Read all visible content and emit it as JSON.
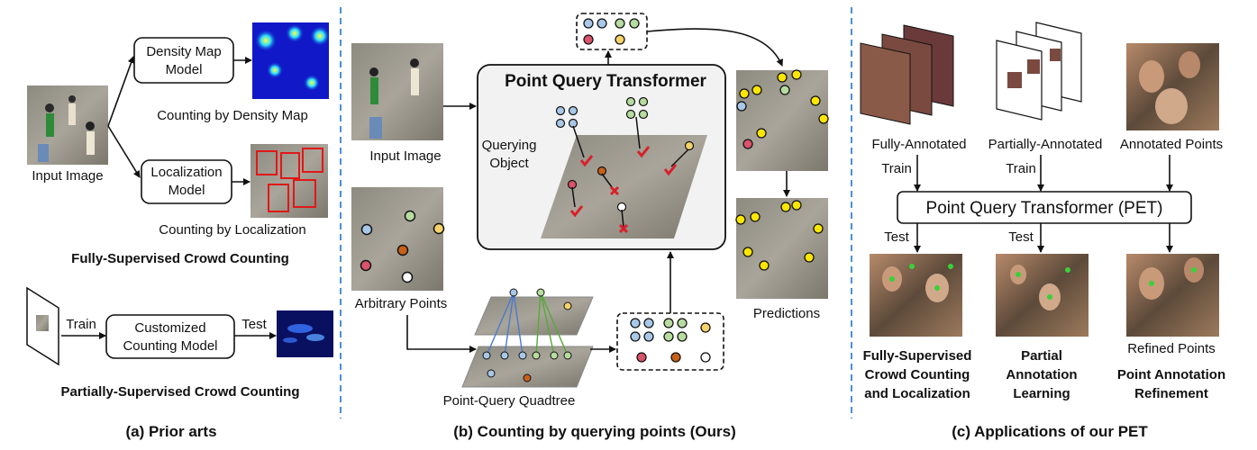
{
  "prior_arts": {
    "density_model": [
      "Density Map",
      "Model"
    ],
    "counting_by_density": "Counting by Density Map",
    "input_image": "Input Image",
    "localization_model": [
      "Localization",
      "Model"
    ],
    "counting_by_localization": "Counting by Localization",
    "fully_supervised_title": "Fully-Supervised Crowd Counting",
    "train": "Train",
    "customized_model": [
      "Customized",
      "Counting Model"
    ],
    "test": "Test",
    "partially_supervised_title": "Partially-Supervised Crowd Counting",
    "caption": "(a) Prior arts"
  },
  "ours": {
    "input_image": "Input Image",
    "arbitrary_points": "Arbitrary Points",
    "pqt_title": "Point Query Transformer",
    "querying_object": [
      "Querying",
      "Object"
    ],
    "quadtree": "Point-Query Quadtree",
    "predictions": "Predictions",
    "caption": "(b) Counting by querying points (Ours)"
  },
  "applications": {
    "fully_annotated": "Fully-Annotated",
    "partially_annotated": "Partially-Annotated",
    "annotated_points": "Annotated Points",
    "train1": "Train",
    "train2": "Train",
    "pet": "Point Query Transformer (PET)",
    "test1": "Test",
    "test2": "Test",
    "refined_points": "Refined Points",
    "app1": [
      "Fully-Supervised",
      "Crowd Counting",
      "and Localization"
    ],
    "app2": [
      "Partial",
      "Annotation",
      "Learning"
    ],
    "app3": [
      "Point Annotation",
      "Refinement"
    ],
    "caption": "(c) Applications of our PET"
  },
  "colors": {
    "divider": "#4a90d9",
    "query_blue": "#a9c8e8",
    "query_green": "#b7dca0",
    "query_yellow": "#f5d36a",
    "query_red": "#d9536a",
    "query_orange": "#c8601a",
    "pred_yellow": "#ffe600",
    "check_red": "#d8202a"
  }
}
